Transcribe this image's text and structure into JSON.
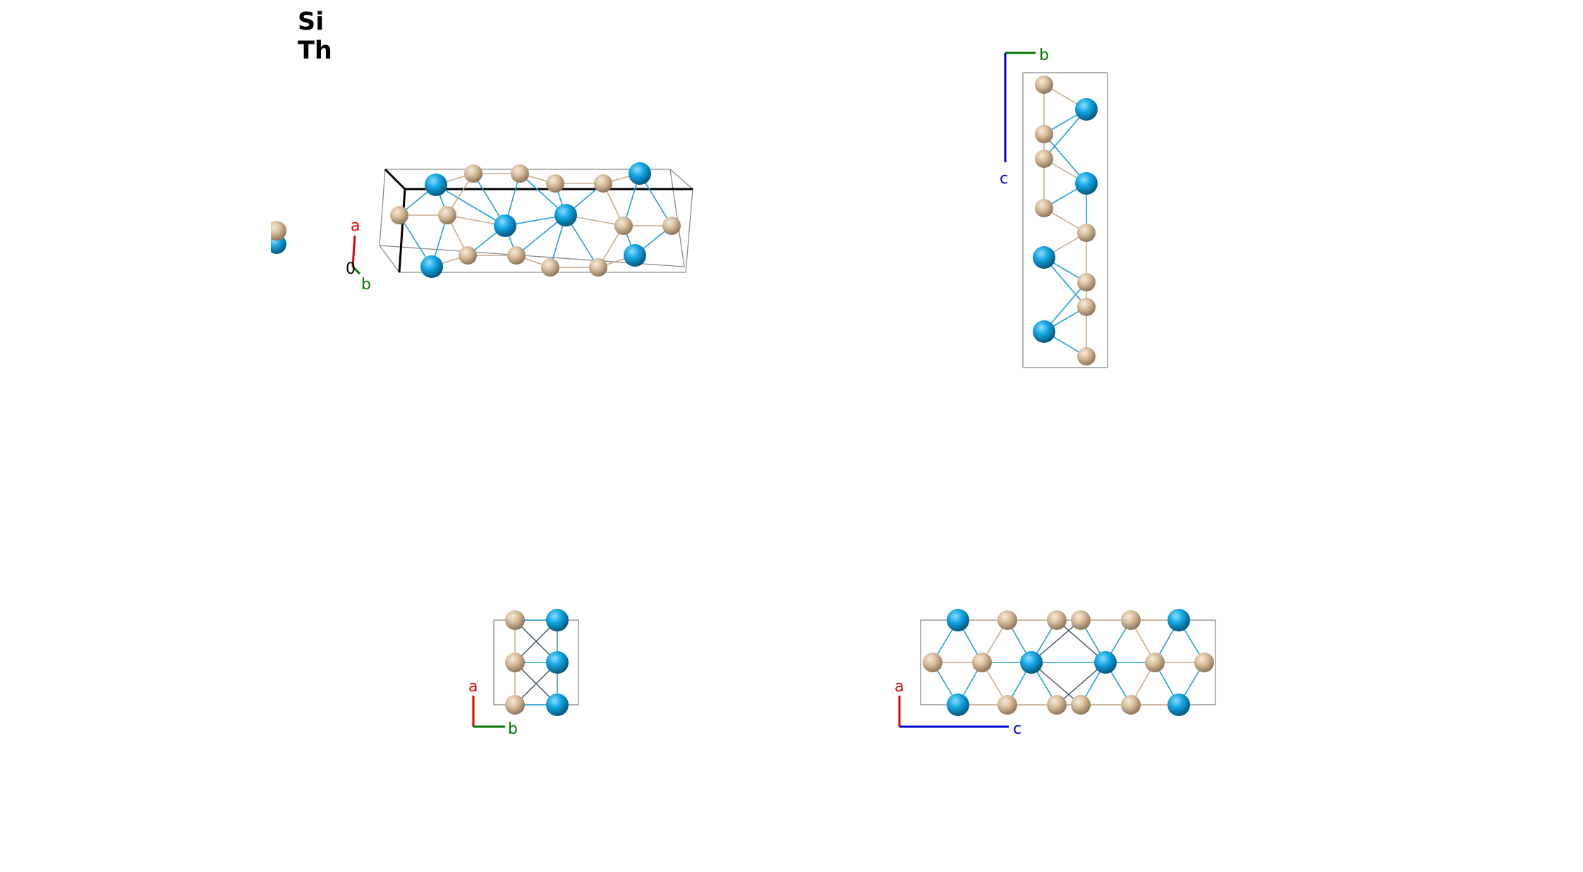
{
  "legend": [
    {
      "symbol": "Si",
      "color": "#d8be9c"
    },
    {
      "symbol": "Th",
      "color": "#1fa4dd"
    }
  ],
  "colors": {
    "si": "#d8be9c",
    "th": "#1fa4dd",
    "axis_a": "#dd0000",
    "axis_b": "#007700",
    "axis_c": "#0000cc",
    "cell_edge": "#8a8a8a"
  },
  "views": {
    "perspective": {
      "axes": {
        "a": "a",
        "b": "b",
        "origin": "0"
      }
    },
    "top_right": {
      "axes": {
        "b": "b",
        "c": "c"
      }
    },
    "bottom_left": {
      "axes": {
        "a": "a",
        "b": "b"
      }
    },
    "bottom_right": {
      "axes": {
        "a": "a",
        "c": "c"
      }
    }
  }
}
